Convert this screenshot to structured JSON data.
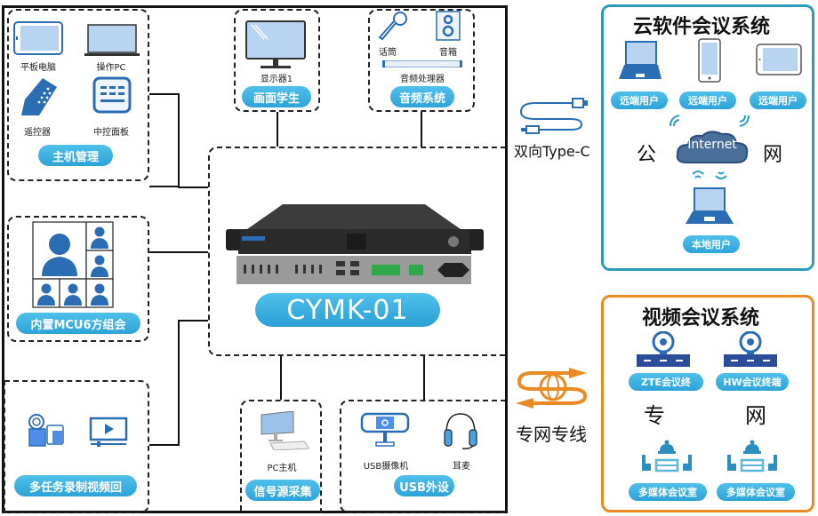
{
  "diagram": {
    "device": {
      "model": "CYMK-01"
    },
    "host_management": {
      "items": [
        {
          "label": "平板电脑",
          "icon": "tablet-icon"
        },
        {
          "label": "操作PC",
          "icon": "laptop-icon"
        },
        {
          "label": "遥控器",
          "icon": "remote-control-icon"
        },
        {
          "label": "中控面板",
          "icon": "control-panel-icon"
        }
      ],
      "tag": "主机管理"
    },
    "mcu": {
      "tag": "内置MCU6方组会",
      "icon": "six-party-grid-icon"
    },
    "recording": {
      "tag": "多任务录制视频回",
      "icons": [
        "camcorder-icon",
        "video-play-icon"
      ]
    },
    "display": {
      "label": "显示器1",
      "tag": "画面学生",
      "icon": "monitor-icon"
    },
    "audio": {
      "items": [
        {
          "label": "话筒",
          "icon": "microphone-icon"
        },
        {
          "label": "音箱",
          "icon": "speaker-icon"
        },
        {
          "label": "音频处理器",
          "icon": "audio-processor-icon"
        }
      ],
      "tag": "音频系统"
    },
    "signal": {
      "label": "PC主机",
      "tag": "信号源采集",
      "icon": "pc-host-icon"
    },
    "usb": {
      "items": [
        {
          "label": "USB摄像机",
          "icon": "usb-camera-icon"
        },
        {
          "label": "耳麦",
          "icon": "headset-icon"
        }
      ],
      "tag": "USB外设"
    },
    "link_typec": {
      "label": "双向Type-C",
      "icon": "usb-cable-icon"
    },
    "link_private": {
      "label": "专网专线",
      "icon": "globe-arrows-icon"
    },
    "cloud_system": {
      "title": "云软件会议系统",
      "remote_users": [
        "远端用户",
        "远端用户",
        "远端用户"
      ],
      "internet_label": "Internet",
      "public_left": "公",
      "public_right": "网",
      "local_user": "本地用户"
    },
    "video_system": {
      "title": "视频会议系统",
      "terminals": [
        "ZTE会议终",
        "HW会议终端"
      ],
      "private_left": "专",
      "private_right": "网",
      "rooms": [
        "多媒体会议室",
        "多媒体会议室"
      ]
    },
    "colors": {
      "pill_blue": "#2ea3d8",
      "icon_blue": "#2a6db5",
      "cloud_border": "#2b9bb8",
      "video_border": "#ea8a23"
    }
  }
}
